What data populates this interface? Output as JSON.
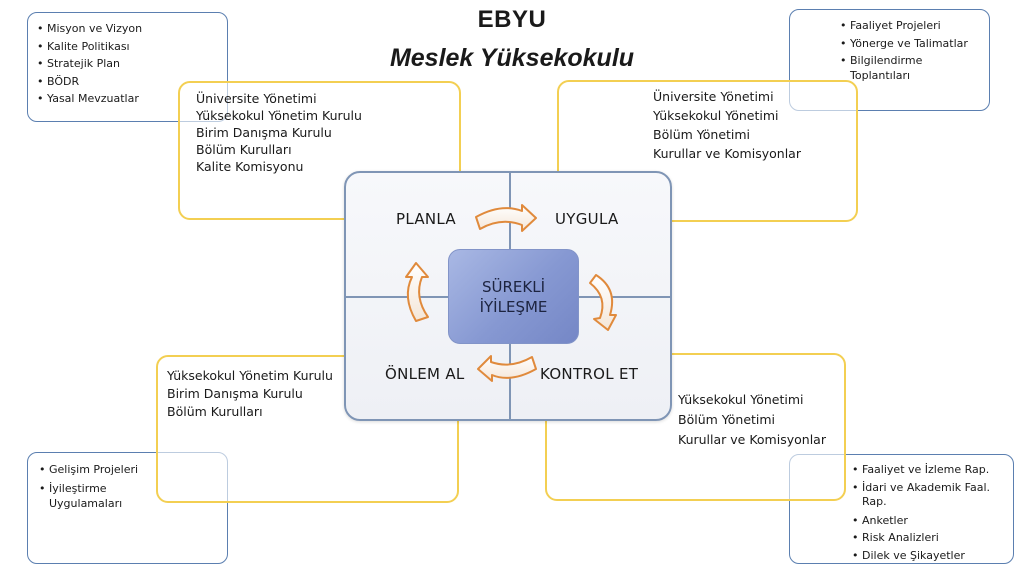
{
  "header": {
    "title": "EBYU",
    "subtitle": "Meslek Yüksekokulu"
  },
  "center": {
    "label_line1": "SÜREKLİ",
    "label_line2": "İYİLEŞME",
    "quadrants": {
      "plan": "PLANLA",
      "do": "UYGULA",
      "check": "KONTROL ET",
      "act": "ÖNLEM AL"
    }
  },
  "top_left_blue": {
    "items": [
      "Misyon ve Vizyon",
      "Kalite Politikası",
      "Stratejik Plan",
      "BÖDR",
      "Yasal Mevzuatlar"
    ]
  },
  "top_left_yellow": {
    "items": [
      "Üniversite Yönetimi",
      "Yüksekokul Yönetim Kurulu",
      "Birim Danışma Kurulu",
      "Bölüm Kurulları",
      "Kalite Komisyonu"
    ]
  },
  "top_right_blue": {
    "items": [
      "Faaliyet Projeleri",
      "Yönerge ve Talimatlar",
      "Bilgilendirme Toplantıları"
    ]
  },
  "top_right_yellow": {
    "items": [
      "Üniversite Yönetimi",
      "Yüksekokul Yönetimi",
      "Bölüm Yönetimi",
      "Kurullar ve Komisyonlar"
    ]
  },
  "bottom_left_yellow": {
    "items": [
      "Yüksekokul Yönetim Kurulu",
      "Birim Danışma Kurulu",
      "Bölüm Kurulları"
    ]
  },
  "bottom_left_blue": {
    "items": [
      "Gelişim Projeleri",
      "İyileştirme Uygulamaları"
    ]
  },
  "bottom_right_yellow": {
    "items": [
      "Yüksekokul Yönetimi",
      "Bölüm Yönetimi",
      "Kurullar ve Komisyonlar"
    ]
  },
  "bottom_right_blue": {
    "items": [
      "Faaliyet ve İzleme Rap.",
      "İdari ve Akademik Faal. Rap.",
      "Anketler",
      "Risk Analizleri",
      "Dilek ve Şikayetler"
    ]
  },
  "colors": {
    "blue_border": "#5b7fb0",
    "yellow_border": "#f3cf52",
    "center_fill": "#8fa3d8",
    "arrow_stroke": "#e08a3c"
  }
}
